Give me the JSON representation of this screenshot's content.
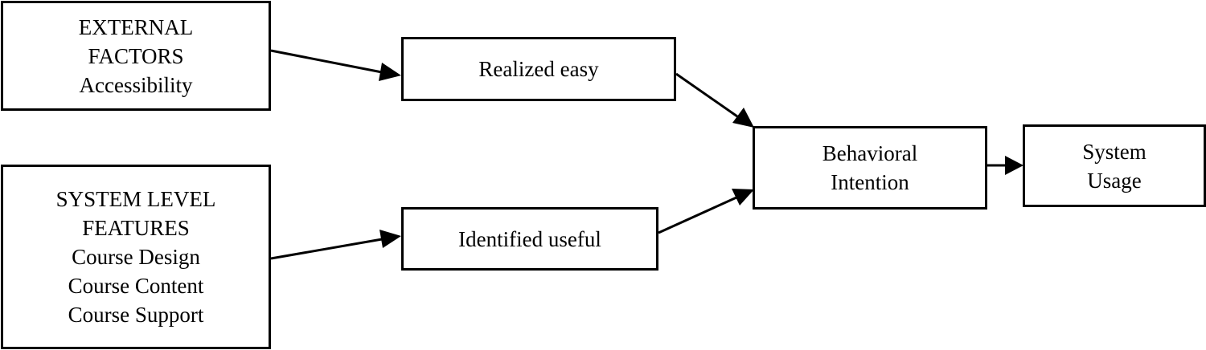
{
  "nodes": {
    "external_factors": {
      "lines": [
        "EXTERNAL",
        "FACTORS",
        "Accessibility"
      ]
    },
    "system_level_features": {
      "lines": [
        "SYSTEM LEVEL",
        "FEATURES",
        "Course Design",
        "Course Content",
        "Course Support"
      ]
    },
    "realized_easy": {
      "label": "Realized easy"
    },
    "identified_useful": {
      "label": "Identified useful"
    },
    "behavioral_intention": {
      "lines": [
        "Behavioral",
        "Intention"
      ]
    },
    "system_usage": {
      "lines": [
        "System",
        "Usage"
      ]
    }
  },
  "edges": [
    {
      "from": "external_factors",
      "to": "realized_easy"
    },
    {
      "from": "system_level_features",
      "to": "identified_useful"
    },
    {
      "from": "realized_easy",
      "to": "behavioral_intention"
    },
    {
      "from": "identified_useful",
      "to": "behavioral_intention"
    },
    {
      "from": "behavioral_intention",
      "to": "system_usage"
    }
  ]
}
